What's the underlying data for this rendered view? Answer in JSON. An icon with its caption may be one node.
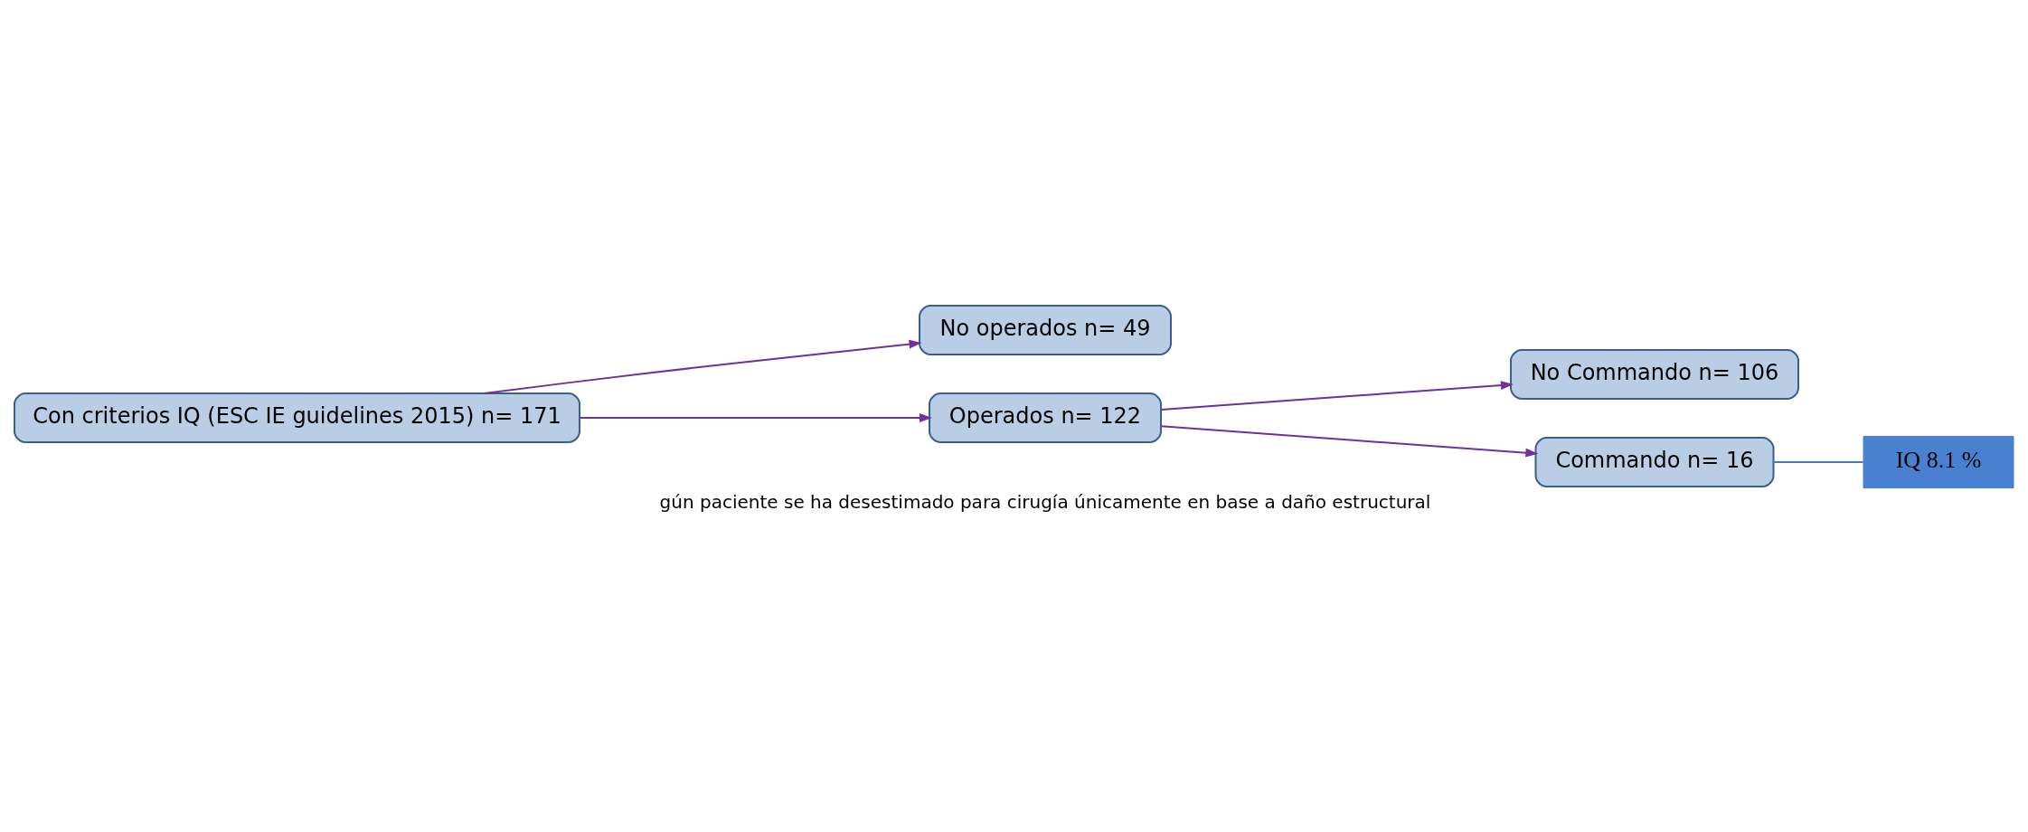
{
  "diagram": {
    "nodes": [
      {
        "text": [
          "Con criterios IQ (ESC IE guidelines 2015) n= 171"
        ]
      },
      {
        "text": [
          "No operados n= 49"
        ]
      },
      {
        "text": [
          "Operados n= 122"
        ]
      },
      {
        "text": [
          "No Commando n= 106"
        ]
      },
      {
        "text": [
          "Commando n= 16"
        ]
      },
      {
        "text": [
          "IQ 8.1 %"
        ]
      }
    ],
    "edges": [
      {
        "from": 0,
        "to": 1,
        "arrow": "to"
      },
      {
        "from": 0,
        "to": 2,
        "arrow": "to"
      },
      {
        "from": 2,
        "to": 3,
        "arrow": "to"
      },
      {
        "from": 2,
        "to": 4,
        "arrow": "to"
      },
      {
        "from": 4,
        "to": 5,
        "arrow": "none",
        "color": "#4a7ab5"
      }
    ],
    "labels": [
      "gún paciente se ha desestimado para cirugía únicamente en base a daño estructural"
    ]
  }
}
